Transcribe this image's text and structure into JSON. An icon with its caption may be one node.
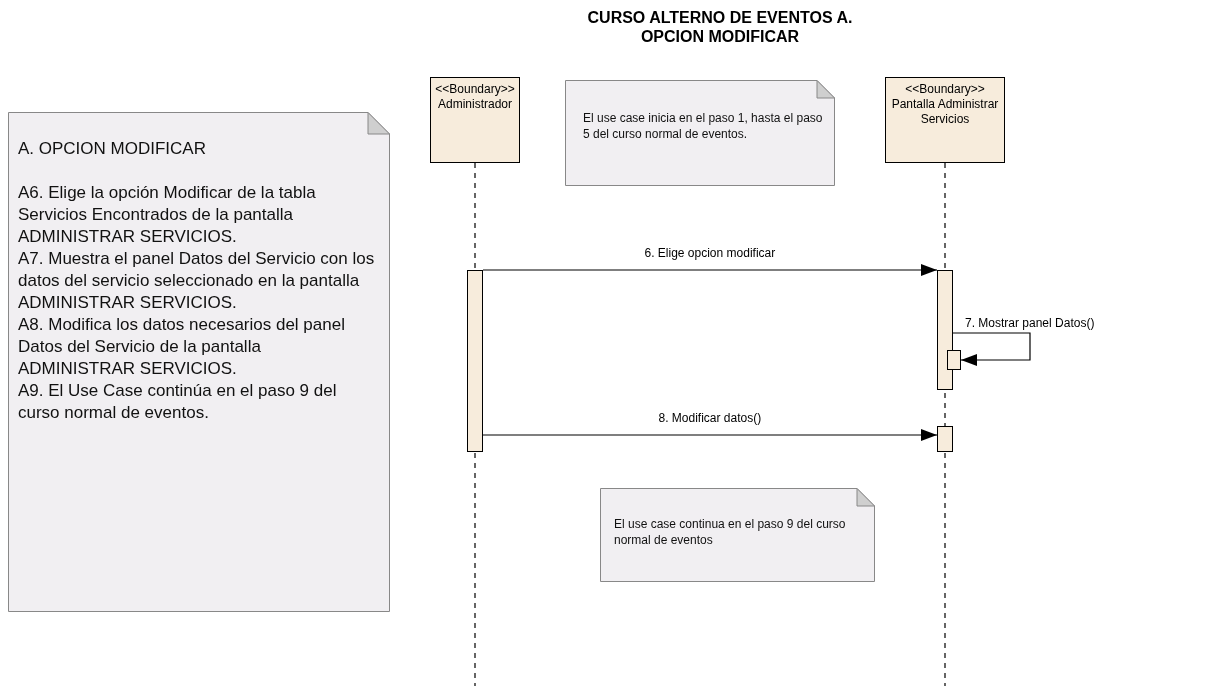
{
  "diagram": {
    "title": "CURSO ALTERNO DE EVENTOS A. OPCION MODIFICAR",
    "nodes": [
      {
        "text": [
          "A. OPCION MODIFICAR",
          "A6. Elige la opción Modificar de la tabla Servicios Encontrados de la pantalla ADMINISTRAR SERVICIOS.",
          "A7. Muestra el panel Datos del Servicio con los datos del servicio seleccionado en la pantalla ADMINISTRAR SERVICIOS.",
          "A8. Modifica los datos necesarios del panel Datos del Servicio de la pantalla ADMINISTRAR SERVICIOS.",
          "A9. El Use Case continúa en el paso 9 del curso normal de eventos."
        ]
      },
      {
        "text": [
          "<<Boundary>>",
          "Administrador"
        ]
      },
      {
        "text": [
          "El use case inicia en el paso 1, hasta el paso 5 del curso normal de eventos."
        ]
      },
      {
        "text": [
          "<<Boundary>>",
          "Pantalla Administrar Servicios"
        ]
      },
      {
        "text": [],
        "shape": "bar"
      },
      {
        "text": [],
        "shape": "bar"
      },
      {
        "text": [],
        "shape": "bar"
      },
      {
        "text": [],
        "shape": "bar"
      },
      {
        "text": [
          "El use case continua en el paso 9 del curso normal de eventos"
        ]
      }
    ],
    "edges": [
      {
        "from": 4,
        "to": 5,
        "arrow": "to",
        "label": "6. Elige opcion modificar"
      },
      {
        "from": 5,
        "to": 6,
        "arrow": "to",
        "label": "7. Mostrar panel Datos()"
      },
      {
        "from": 4,
        "to": 7,
        "arrow": "to",
        "label": "8. Modificar datos()"
      }
    ]
  }
}
